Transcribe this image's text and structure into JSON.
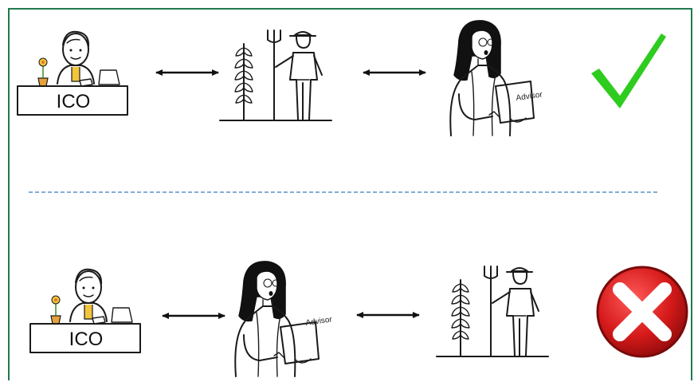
{
  "scenarios": [
    {
      "order": [
        "ico",
        "farmer",
        "advisor"
      ],
      "ico_label": "ICO",
      "advisor_label": "Advisor",
      "result": "check-icon"
    },
    {
      "order": [
        "ico",
        "advisor",
        "farmer"
      ],
      "ico_label": "ICO",
      "advisor_label": "Advisor",
      "result": "cross-icon"
    }
  ],
  "colors": {
    "frame": "#1f7a4d",
    "divider": "#3a7bbf",
    "check": "#2ecc1f",
    "cross_fill": "#cc1b1b",
    "ink": "#1a1a1a"
  }
}
